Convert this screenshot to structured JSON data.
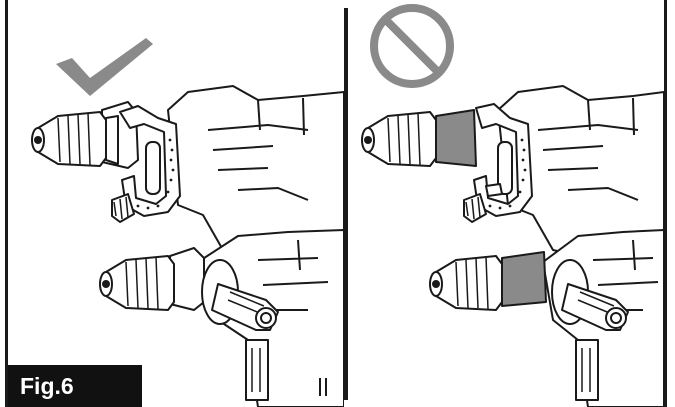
{
  "figure": {
    "label": "Fig.6"
  },
  "panels": [
    {
      "verdict_icon": "checkmark-icon",
      "status": "correct",
      "color": "#8a8a8a"
    },
    {
      "verdict_icon": "prohibited-icon",
      "status": "incorrect",
      "color": "#8a8a8a"
    }
  ],
  "colors": {
    "line": "#1a1a1a",
    "shade": "#8a8a8a",
    "grip_shade": "#6f6f6f"
  }
}
